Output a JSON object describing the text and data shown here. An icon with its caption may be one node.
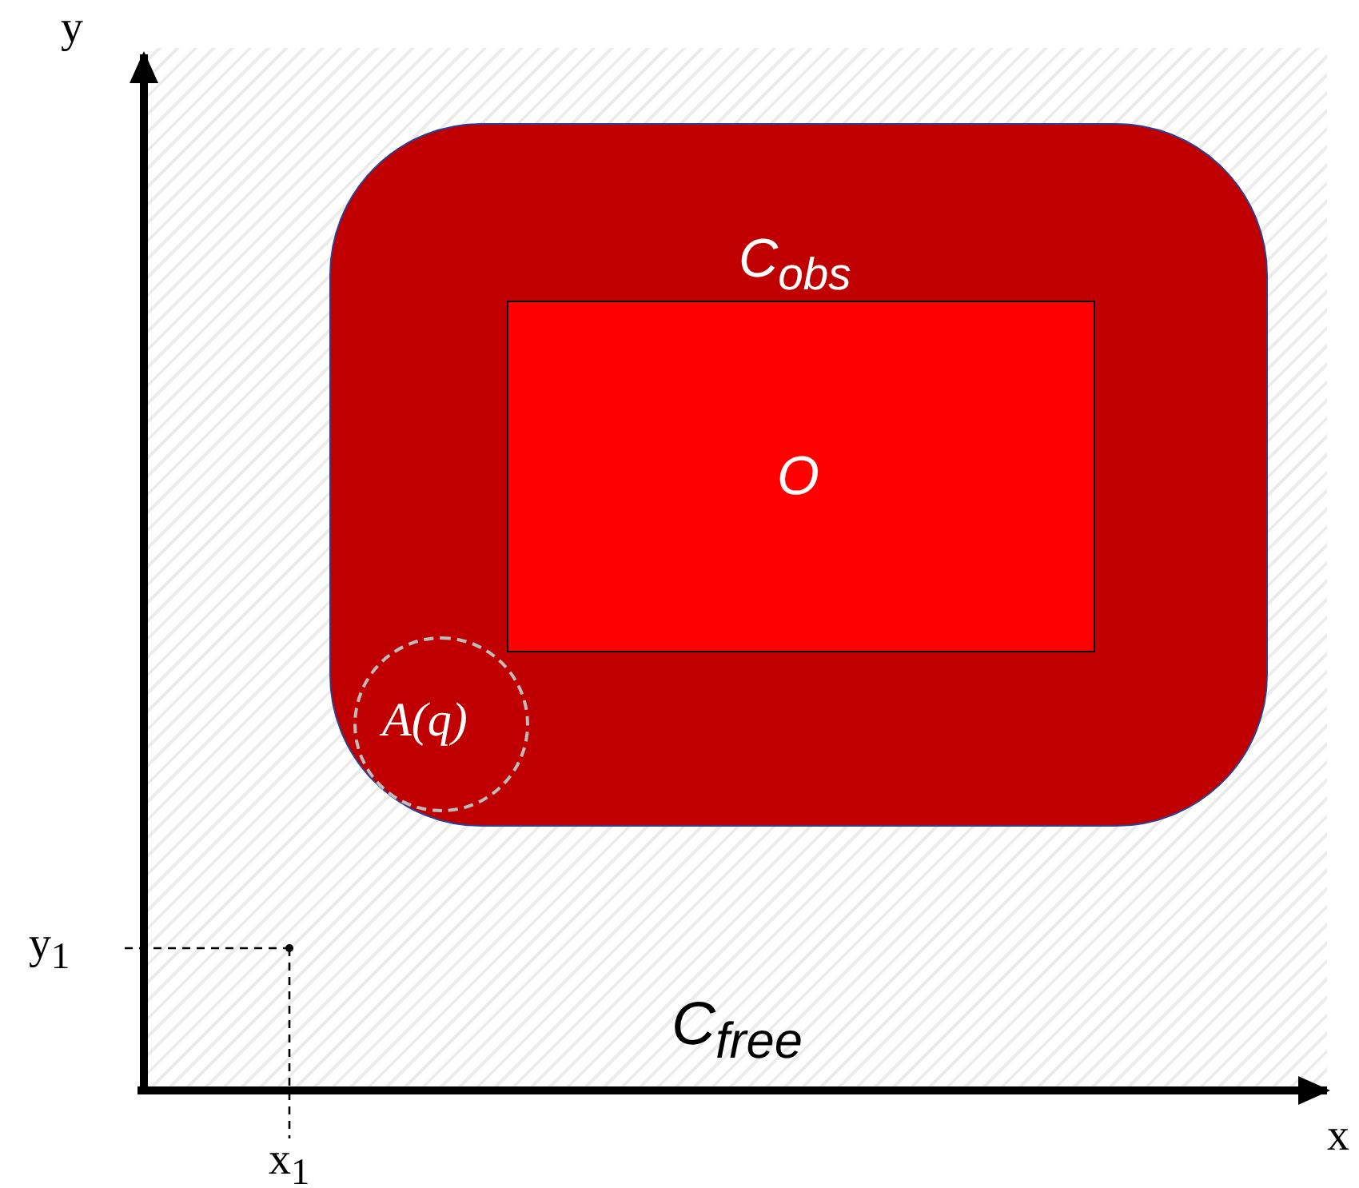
{
  "diagram": {
    "nodes": [
      {
        "text": [
          "C$_{free}$"
        ]
      },
      {
        "text": [
          "C$_{obs}$"
        ],
        "in": 0
      },
      {
        "text": [
          "O"
        ],
        "in": 1
      },
      {
        "text": [
          "A(q)"
        ],
        "in": 1
      }
    ],
    "labels": [
      "y",
      "x",
      "y$_{1}$",
      "x$_{1}$"
    ]
  }
}
